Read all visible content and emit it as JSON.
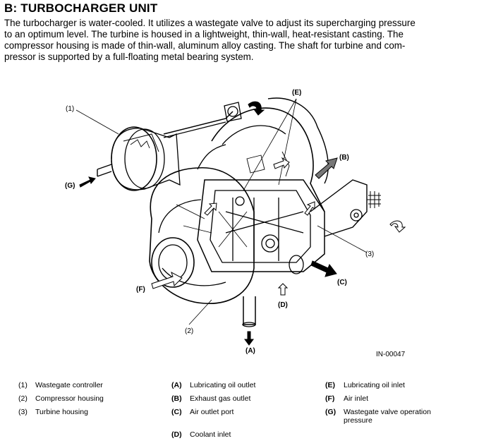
{
  "heading": "B: TURBOCHARGER UNIT",
  "paragraph_lines": [
    "The turbocharger is water-cooled. It utilizes a wastegate valve to adjust its supercharging pressure",
    "to an optimum level. The turbine is housed in a lightweight, thin-wall, heat-resistant casting. The",
    "compressor housing is made of thin-wall, aluminum alloy casting. The shaft for turbine and com-",
    "pressor is supported by a full-floating metal bearing system."
  ],
  "figure": {
    "callouts": {
      "c1": "(1)",
      "c2": "(2)",
      "c3": "(3)",
      "cA": "(A)",
      "cB": "(B)",
      "cC": "(C)",
      "cD": "(D)",
      "cE": "(E)",
      "cF": "(F)",
      "cG": "(G)"
    },
    "figure_code": "IN-00047"
  },
  "legend": [
    {
      "key": "(1)",
      "text": "Wastegate controller"
    },
    {
      "key": "(2)",
      "text": "Compressor housing"
    },
    {
      "key": "(3)",
      "text": "Turbine housing"
    },
    {
      "key": "(A)",
      "text": "Lubricating oil outlet"
    },
    {
      "key": "(B)",
      "text": "Exhaust gas outlet"
    },
    {
      "key": "(C)",
      "text": "Air outlet port"
    },
    {
      "key": "(D)",
      "text": "Coolant inlet"
    },
    {
      "key": "(E)",
      "text": "Lubricating oil inlet"
    },
    {
      "key": "(F)",
      "text": "Air inlet"
    },
    {
      "key": "(G)",
      "text": "Wastegate valve operation pressure"
    }
  ]
}
